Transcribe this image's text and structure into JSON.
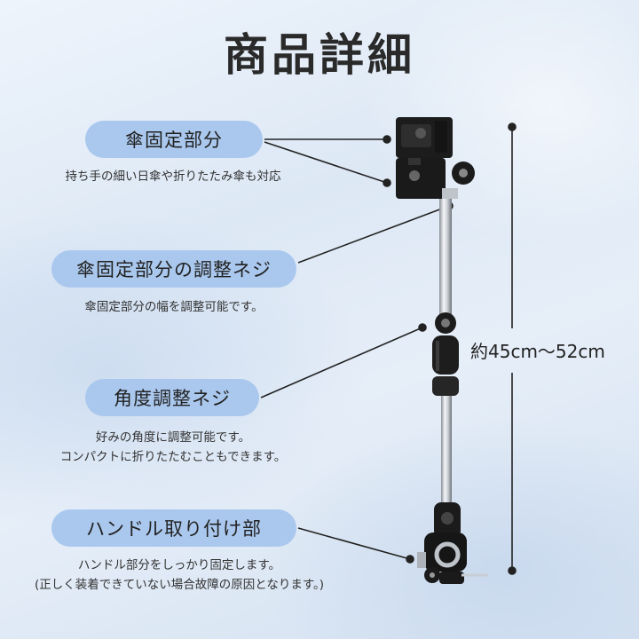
{
  "title": "商品詳細",
  "callouts": [
    {
      "label": "傘固定部分",
      "description": [
        "持ち手の細い日傘や折りたたみ傘も対応"
      ]
    },
    {
      "label": "傘固定部分の調整ネジ",
      "description": [
        "傘固定部分の幅を調整可能です。"
      ]
    },
    {
      "label": "角度調整ネジ",
      "description": [
        "好みの角度に調整可能です。",
        "コンパクトに折りたたむこともできます。"
      ]
    },
    {
      "label": "ハンドル取り付け部",
      "description": [
        "ハンドル部分をしっかり固定します。",
        "(正しく装着できていない場合故障の原因となります。)"
      ]
    }
  ],
  "measurement": "約45cm〜52cm",
  "colors": {
    "pill": "#aac8ee",
    "title": "#2a2a2a",
    "line": "#222222"
  }
}
